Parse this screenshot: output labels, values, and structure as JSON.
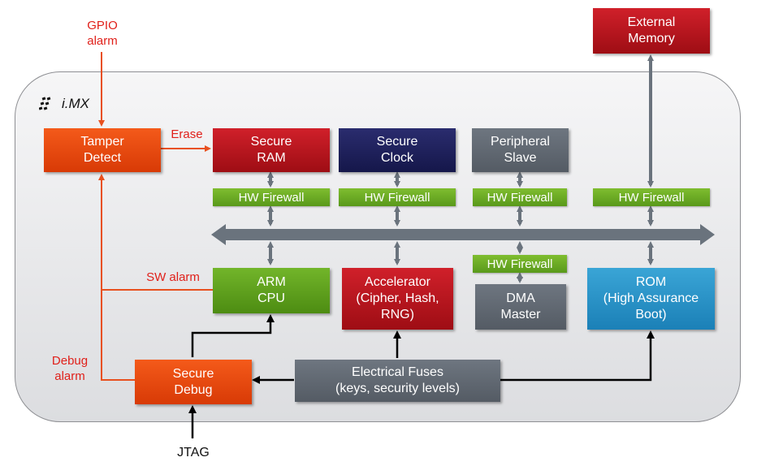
{
  "logo": {
    "text": "i.MX",
    "icon": "freescale-logo-icon"
  },
  "external_labels": {
    "gpio_alarm": "GPIO\nalarm",
    "jtag": "JTAG",
    "erase": "Erase",
    "sw_alarm": "SW alarm",
    "debug_alarm": "Debug\nalarm"
  },
  "blocks": {
    "external_memory": "External\nMemory",
    "tamper_detect": "Tamper\nDetect",
    "secure_ram": "Secure\nRAM",
    "secure_clock": "Secure\nClock",
    "peripheral_slave": "Peripheral\nSlave",
    "arm_cpu": "ARM\nCPU",
    "accelerator": "Accelerator\n(Cipher, Hash,\nRNG)",
    "dma_master": "DMA\nMaster",
    "rom": "ROM\n(High Assurance\nBoot)",
    "secure_debug": "Secure\nDebug",
    "electrical_fuses": "Electrical Fuses\n(keys, security levels)"
  },
  "firewalls": {
    "secure_ram": "HW Firewall",
    "secure_clock": "HW Firewall",
    "peripheral_slave": "HW Firewall",
    "external_memory": "HW Firewall",
    "dma_master": "HW Firewall"
  },
  "colors": {
    "red_block": "#b0141c",
    "navy_block": "#1e2060",
    "gray_block": "#5f6770",
    "orange_block": "#e84a0e",
    "green_block": "#5ea61e",
    "blue_block": "#2a93c9",
    "alarm_line": "#e8501e",
    "bus": "#6a737d",
    "connector": "#000000"
  }
}
